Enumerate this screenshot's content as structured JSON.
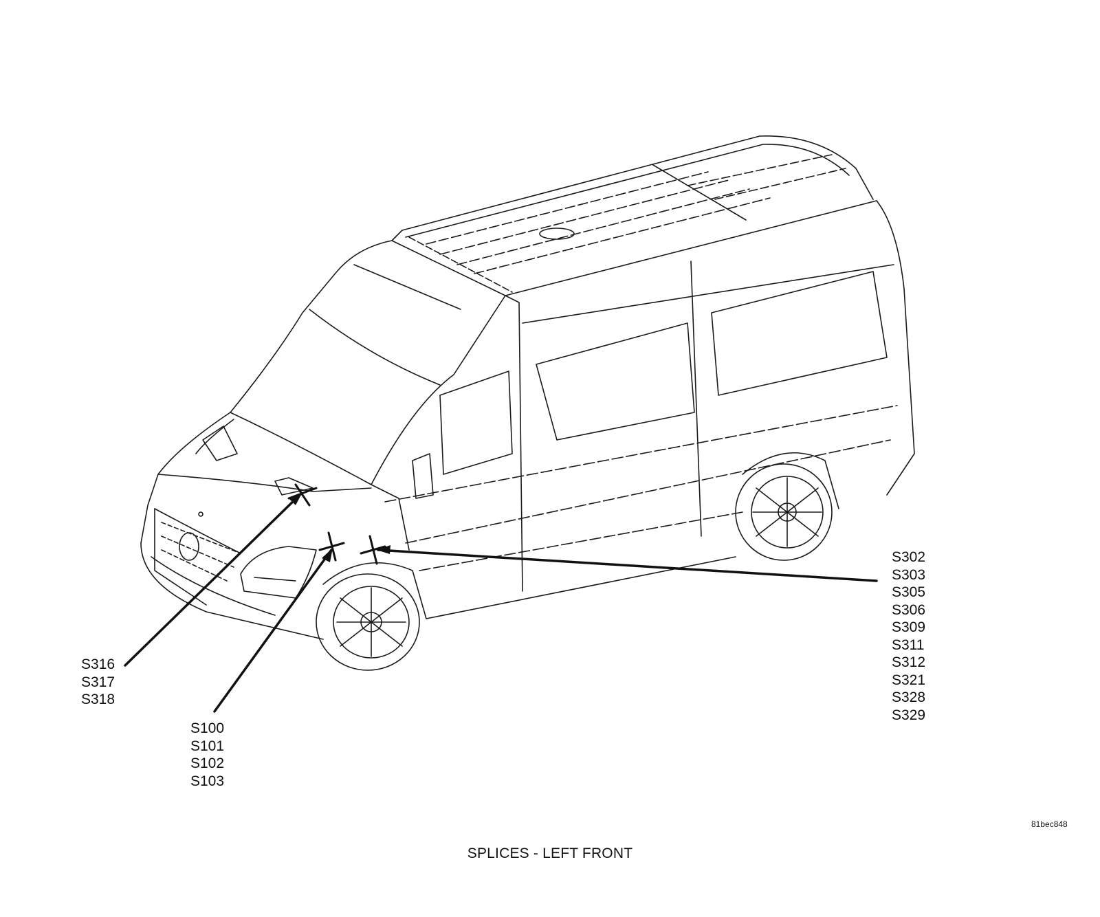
{
  "callouts": {
    "left_upper": [
      "S316",
      "S317",
      "S318"
    ],
    "left_lower": [
      "S100",
      "S101",
      "S102",
      "S103"
    ],
    "right": [
      "S302",
      "S303",
      "S305",
      "S306",
      "S309",
      "S311",
      "S312",
      "S321",
      "S328",
      "S329"
    ]
  },
  "image_code": "81bec848",
  "caption": "SPLICES - LEFT FRONT",
  "colors": {
    "line": "#1a1a1a",
    "background": "#ffffff"
  }
}
